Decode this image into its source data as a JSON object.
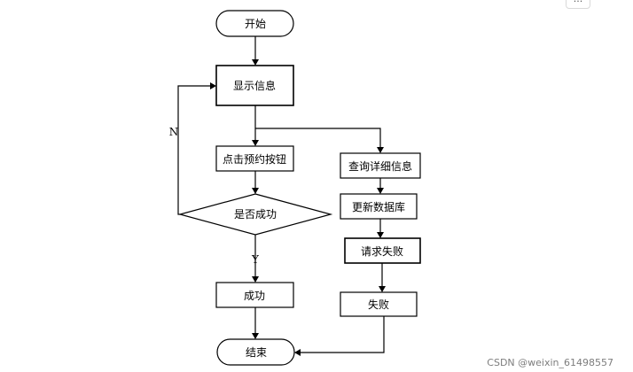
{
  "nodes": {
    "start": "开始",
    "show_info": "显示信息",
    "click_reserve": "点击预约按钮",
    "is_success": "是否成功",
    "success": "成功",
    "end": "结束",
    "query_detail": "查询详细信息",
    "update_db": "更新数据库",
    "request_fail": "请求失败",
    "fail": "失败"
  },
  "edge_labels": {
    "no": "N",
    "yes": "Y"
  },
  "watermark": "CSDN @weixin_61498557",
  "more_button": "···"
}
